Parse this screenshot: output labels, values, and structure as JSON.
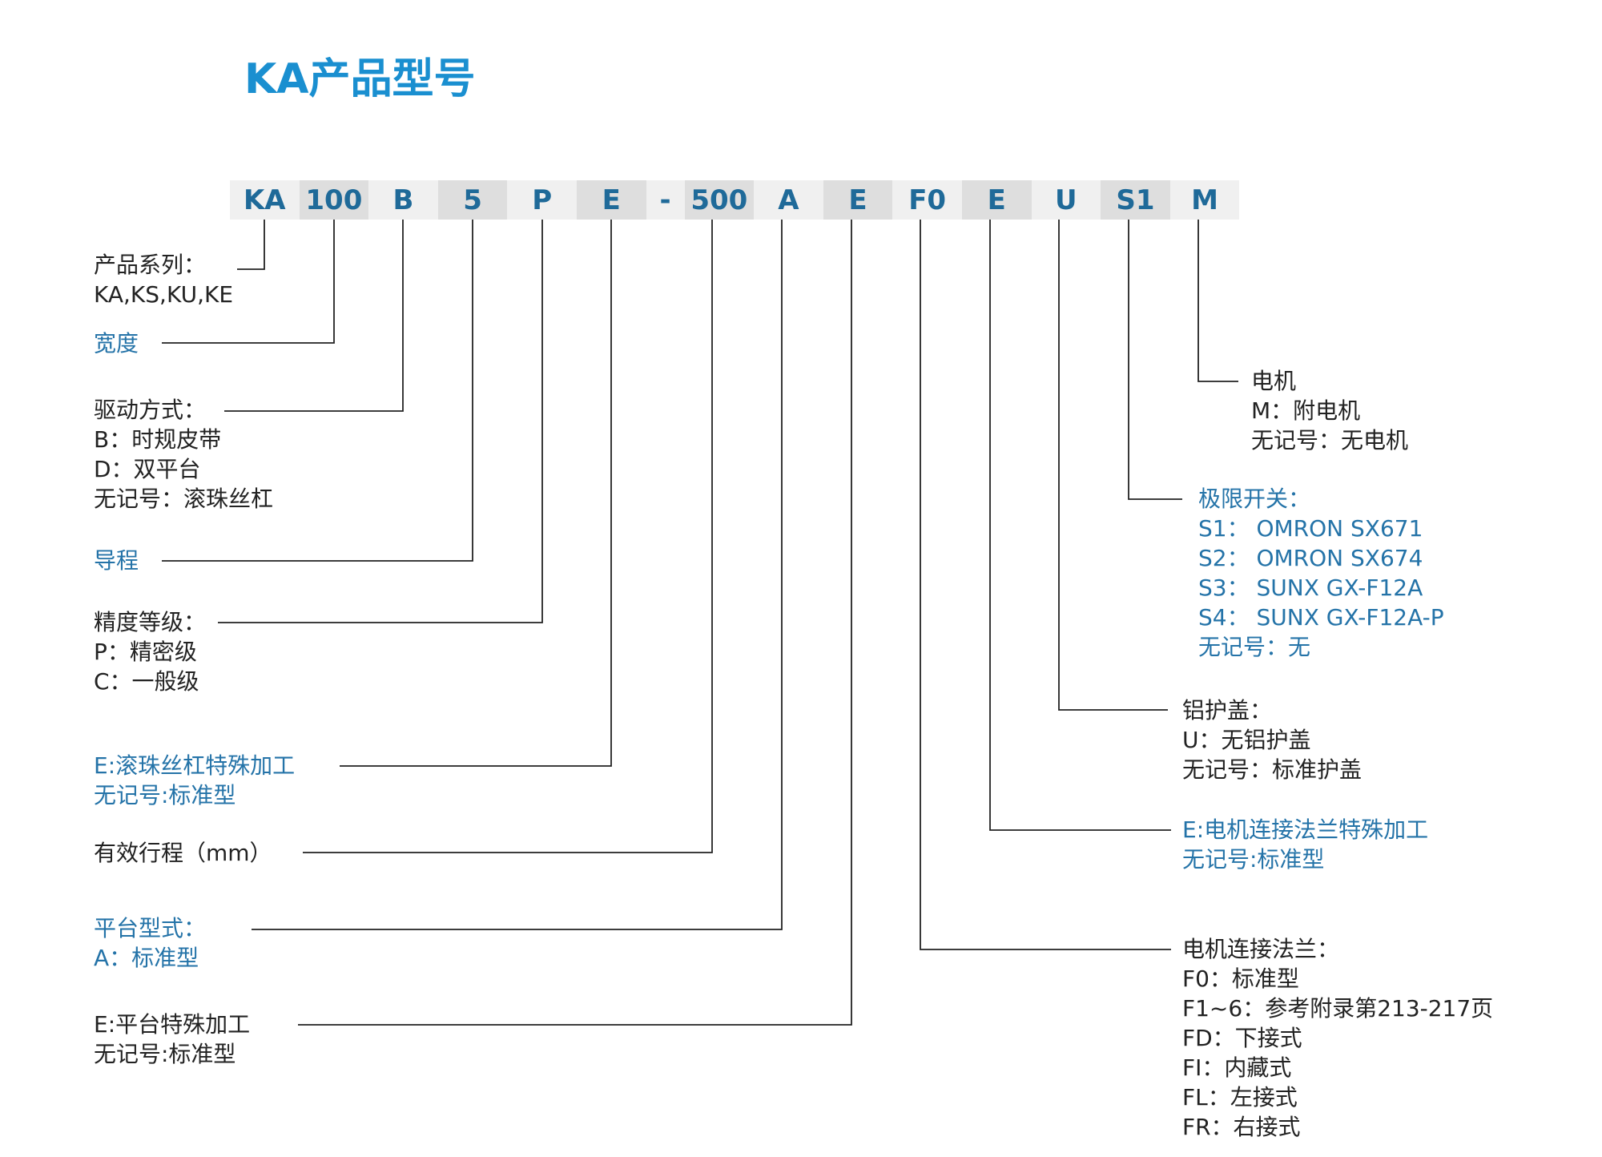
{
  "title": "KA产品型号",
  "colors": {
    "title": "#1a8fd0",
    "code_text": "#1f6a99",
    "blue_label": "#2473a8",
    "black_label": "#222222"
  },
  "code_segments": [
    "KA",
    "100",
    "B",
    "5",
    "P",
    "E",
    "-",
    "500",
    "A",
    "E",
    "F0",
    "E",
    "U",
    "S1",
    "M"
  ],
  "labels": {
    "series": [
      "产品系列：",
      "KA,KS,KU,KE"
    ],
    "width": [
      "宽度"
    ],
    "drive": [
      "驱动方式：",
      "B：时规皮带",
      "D：双平台",
      "无记号：滚珠丝杠"
    ],
    "lead": [
      "导程"
    ],
    "precision": [
      "精度等级：",
      "P：精密级",
      "C：一般级"
    ],
    "screw_special": [
      "E:滚珠丝杠特殊加工",
      "无记号:标准型"
    ],
    "stroke": [
      "有效行程（mm）"
    ],
    "platform": [
      "平台型式：",
      "A：标准型"
    ],
    "platform_special": [
      "E:平台特殊加工",
      "无记号:标准型"
    ],
    "motor": [
      "电机",
      "M：附电机",
      "无记号：无电机"
    ],
    "limit_switch": [
      "极限开关：",
      "S1： OMRON SX671",
      "S2： OMRON SX674",
      "S3： SUNX GX-F12A",
      "S4： SUNX GX-F12A-P",
      "无记号：无"
    ],
    "cover": [
      "铝护盖：",
      "U：无铝护盖",
      "无记号：标准护盖"
    ],
    "flange_special": [
      "E:电机连接法兰特殊加工",
      "无记号:标准型"
    ],
    "flange": [
      "电机连接法兰：",
      "F0：标准型",
      "F1~6：参考附录第213-217页",
      "FD：下接式",
      "FI：内藏式",
      "FL：左接式",
      "FR：右接式"
    ]
  }
}
